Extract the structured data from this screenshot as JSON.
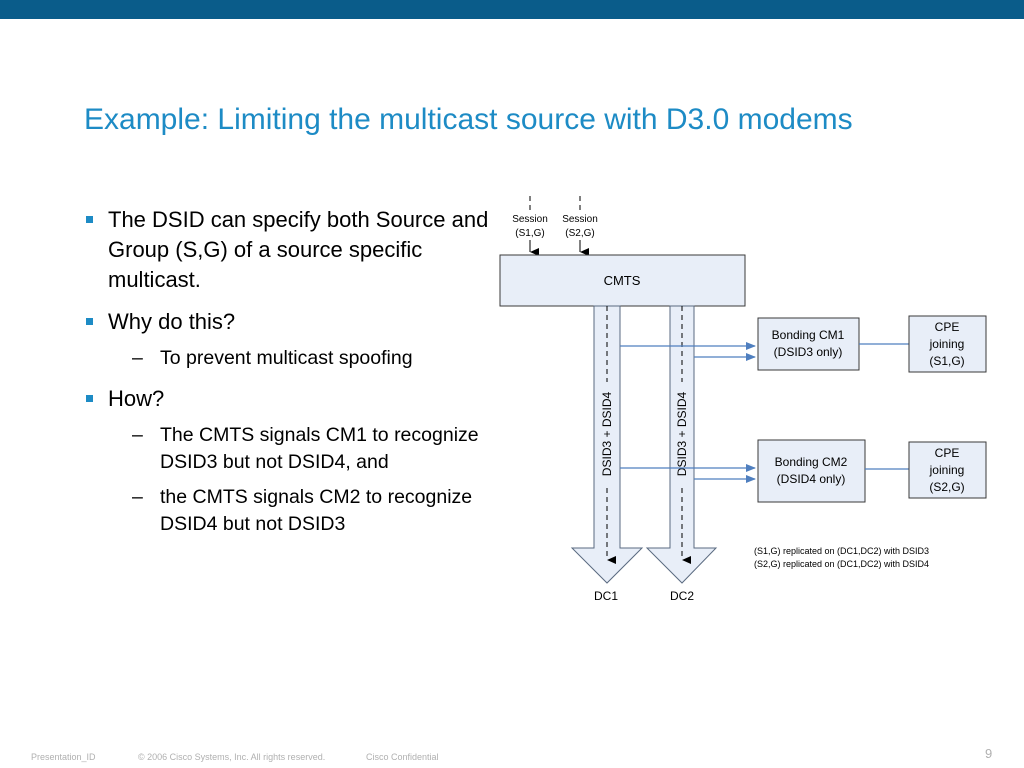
{
  "slide": {
    "title": "Example: Limiting the multicast source with D3.0 modems",
    "bullets": [
      {
        "text": "The DSID can specify both Source and Group (S,G) of a source specific multicast.",
        "sub": []
      },
      {
        "text": "Why do this?",
        "sub": [
          "To prevent multicast spoofing"
        ]
      },
      {
        "text": "How?",
        "sub": [
          "The CMTS signals CM1 to recognize DSID3 but not DSID4, and",
          "the CMTS signals CM2 to recognize DSID4 but not DSID3"
        ]
      }
    ],
    "page_number": "9"
  },
  "footer": {
    "presentation_id": "Presentation_ID",
    "copyright": "© 2006 Cisco Systems, Inc. All rights reserved.",
    "confidential": "Cisco Confidential"
  },
  "diagram": {
    "sessions": [
      {
        "line1": "Session",
        "line2": "(S1,G)"
      },
      {
        "line1": "Session",
        "line2": "(S2,G)"
      }
    ],
    "cmts_label": "CMTS",
    "channel_labels": [
      "DSID3 + DSID4",
      "DSID3 + DSID4"
    ],
    "channels": [
      "DC1",
      "DC2"
    ],
    "cms": [
      {
        "line1": "Bonding CM1",
        "line2": "(DSID3 only)"
      },
      {
        "line1": "Bonding CM2",
        "line2": "(DSID4 only)"
      }
    ],
    "cpes": [
      {
        "line1": "CPE",
        "line2": "joining",
        "line3": "(S1,G)"
      },
      {
        "line1": "CPE",
        "line2": "joining",
        "line3": "(S2,G)"
      }
    ],
    "notes": [
      "(S1,G) replicated on (DC1,DC2) with DSID3",
      "(S2,G) replicated on (DC1,DC2) with DSID4"
    ]
  }
}
